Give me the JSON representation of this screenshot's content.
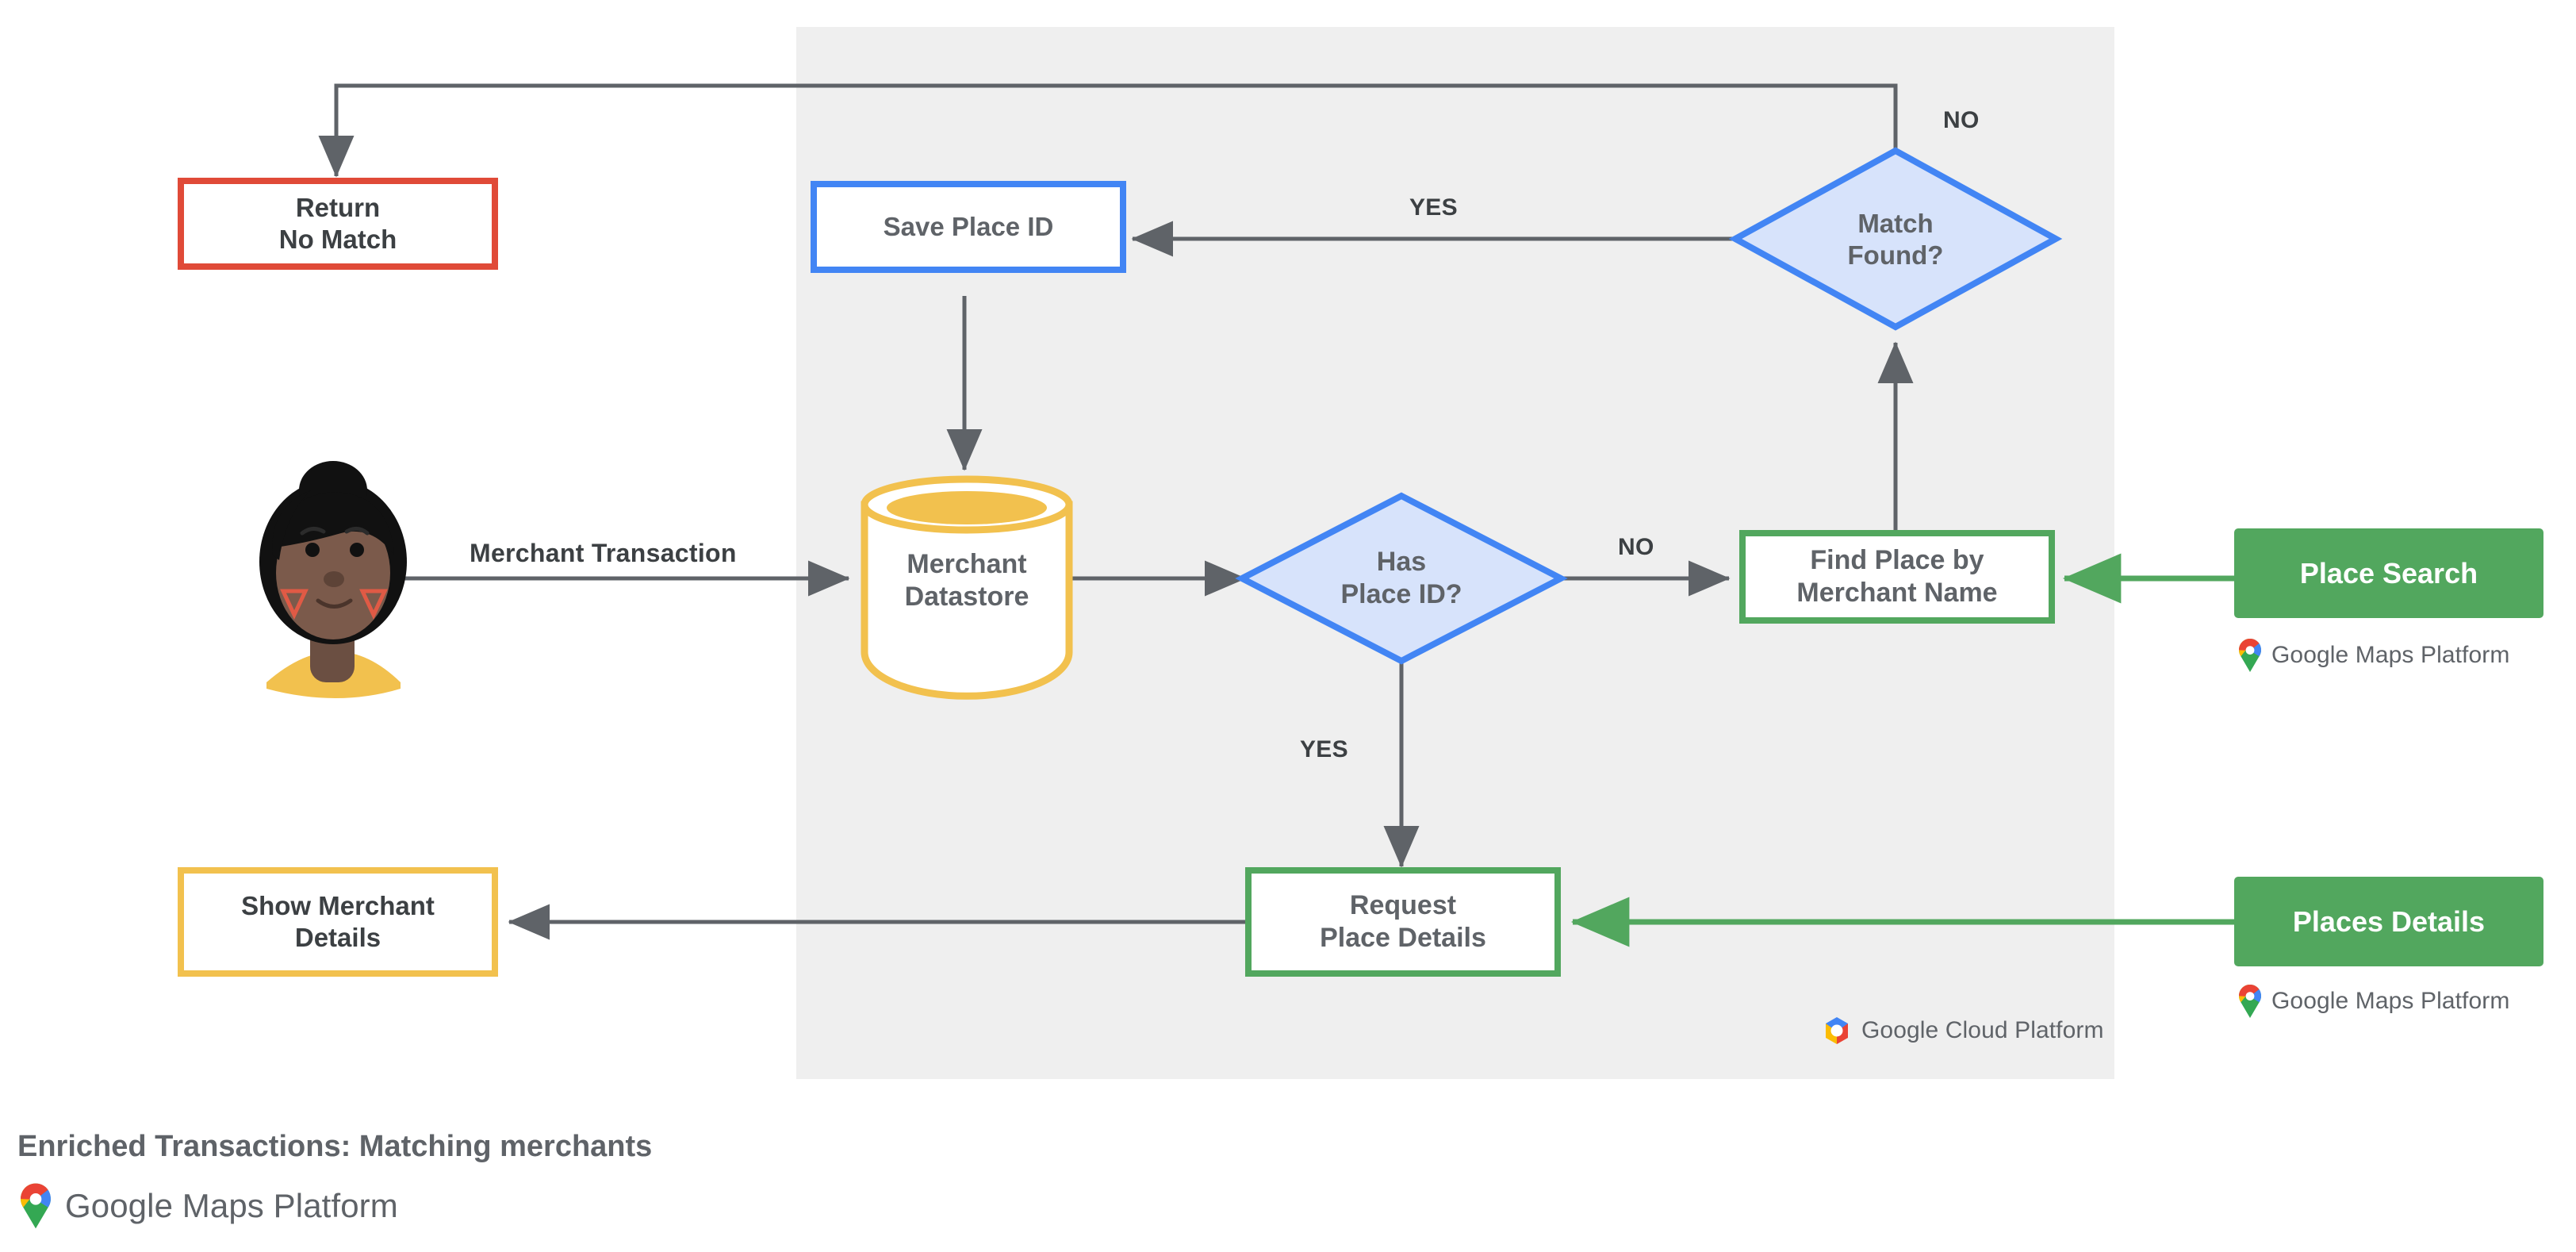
{
  "diagram": {
    "title": "Enriched Transactions: Matching merchants",
    "footer_brand": "Google Maps Platform",
    "platform_panel_brand": "Google Cloud Platform",
    "colors": {
      "panel_bg": "#efefef",
      "page_bg": "#ffffff",
      "red": "#e04a38",
      "blue": "#4285f4",
      "blue_fill": "#d7e3fb",
      "green": "#52a75e",
      "green_fill": "#52a75e",
      "yellow": "#f2c14e",
      "arrow_gray": "#5f6368",
      "text_gray": "#5f6368",
      "text_dark": "#3c4043"
    },
    "nodes": [
      {
        "id": "return-no-match",
        "label": "Return\nNo Match",
        "shape": "rect",
        "style": "red-outline"
      },
      {
        "id": "save-place-id",
        "label": "Save Place ID",
        "shape": "rect",
        "style": "blue-outline"
      },
      {
        "id": "match-found",
        "label": "Match\nFound?",
        "shape": "diamond",
        "style": "blue-fill"
      },
      {
        "id": "merchant-datastore",
        "label": "Merchant\nDatastore",
        "shape": "cylinder",
        "style": "yellow-outline"
      },
      {
        "id": "has-place-id",
        "label": "Has\nPlace ID?",
        "shape": "diamond",
        "style": "blue-fill"
      },
      {
        "id": "find-place",
        "label": "Find Place by\nMerchant Name",
        "shape": "rect",
        "style": "green-outline"
      },
      {
        "id": "place-search",
        "label": "Place Search",
        "shape": "rect",
        "style": "green-solid"
      },
      {
        "id": "request-place-details",
        "label": "Request\nPlace Details",
        "shape": "rect",
        "style": "green-outline"
      },
      {
        "id": "places-details",
        "label": "Places Details",
        "shape": "rect",
        "style": "green-solid"
      },
      {
        "id": "show-merchant-details",
        "label": "Show Merchant\nDetails",
        "shape": "rect",
        "style": "yellow-outline"
      },
      {
        "id": "user-avatar",
        "label": "",
        "shape": "avatar",
        "style": "illustration"
      }
    ],
    "edge_labels": [
      {
        "id": "merchant-transaction",
        "text": "Merchant Transaction"
      },
      {
        "id": "has-place-id-no",
        "text": "NO"
      },
      {
        "id": "has-place-id-yes",
        "text": "YES"
      },
      {
        "id": "match-found-yes",
        "text": "YES"
      },
      {
        "id": "match-found-no",
        "text": "NO"
      }
    ],
    "brand_badges": [
      {
        "id": "place-search-brand",
        "text": "Google Maps Platform"
      },
      {
        "id": "places-details-brand",
        "text": "Google Maps Platform"
      },
      {
        "id": "cloud-platform-brand",
        "text": "Google Cloud Platform"
      }
    ]
  }
}
